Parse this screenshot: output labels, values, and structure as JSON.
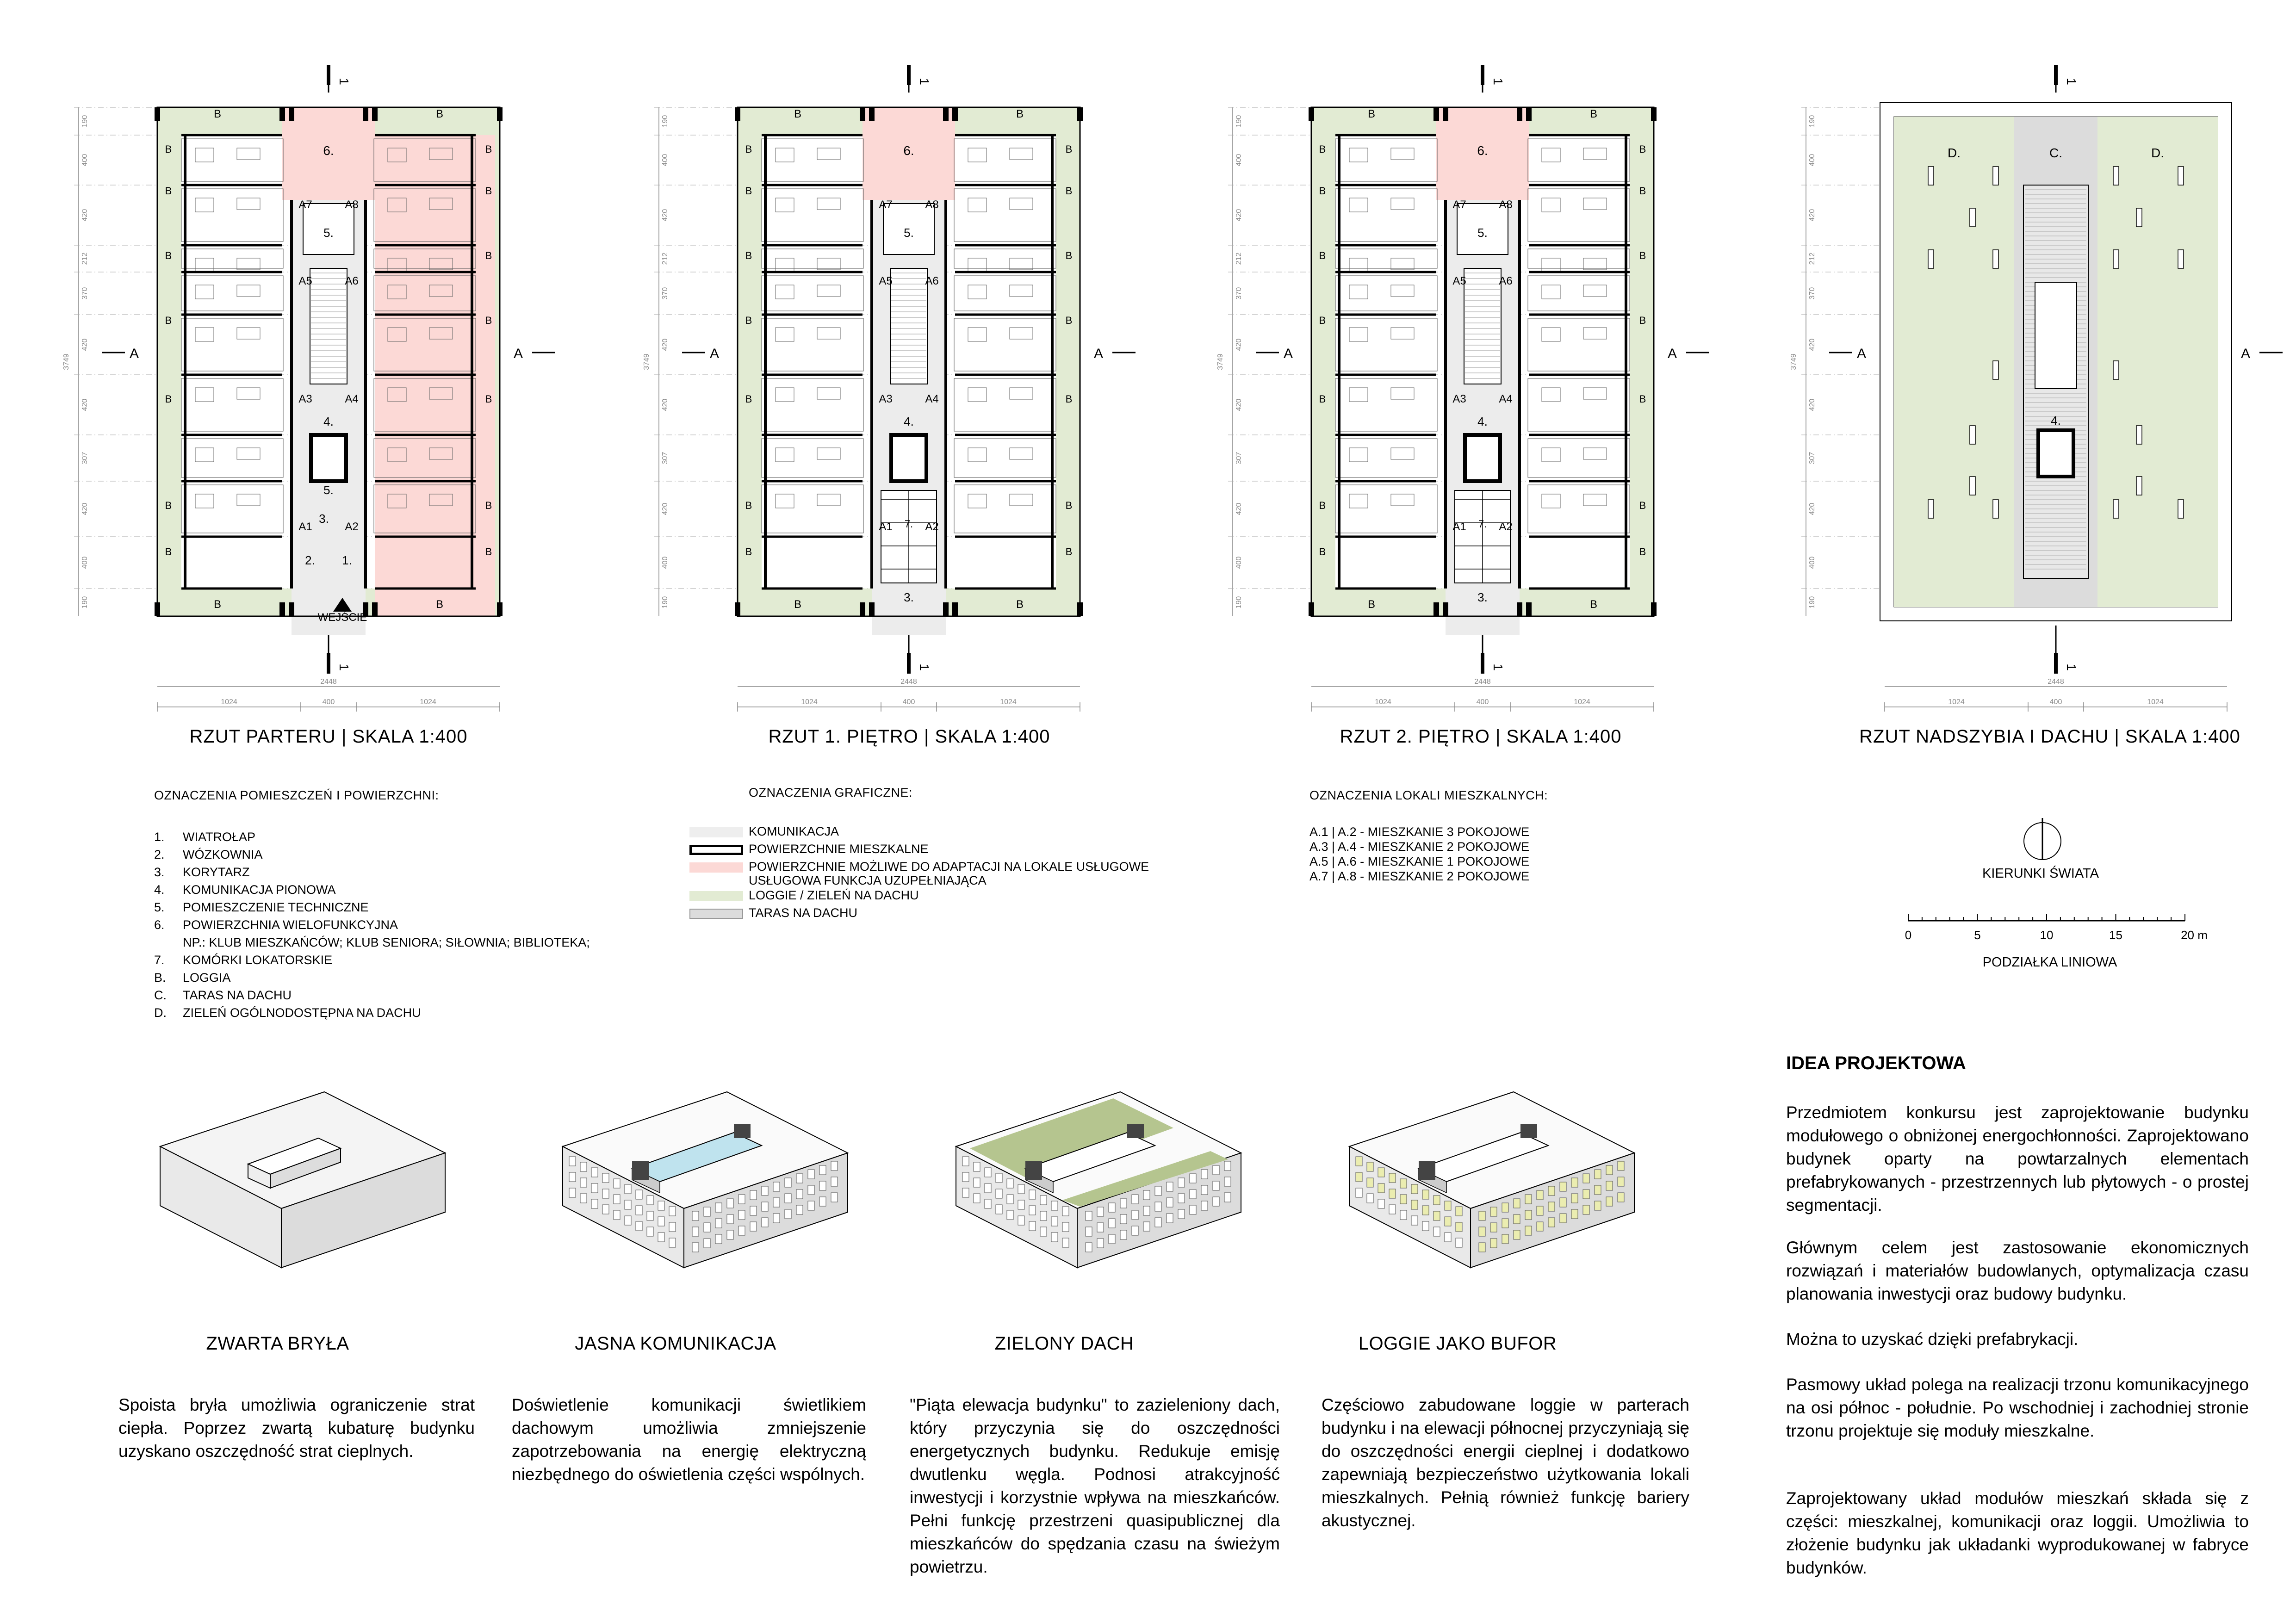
{
  "plans": [
    {
      "title": "RZUT PARTERU | SKALA 1:400",
      "entrance_label": "WEJŚCIE",
      "variant": "ground"
    },
    {
      "title": "RZUT 1. PIĘTRO | SKALA 1:400",
      "variant": "first"
    },
    {
      "title": "RZUT 2. PIĘTRO | SKALA 1:400",
      "variant": "second"
    },
    {
      "title": "RZUT NADSZYBIA I DACHU | SKALA 1:400",
      "variant": "roof"
    }
  ],
  "plan_dims": {
    "total_width": "2448",
    "segments": [
      "1024",
      "400",
      "1024"
    ],
    "total_height": "3749",
    "vertical_segments": [
      "190",
      "400",
      "420",
      "212",
      "370",
      "420",
      "420",
      "307",
      "420",
      "400",
      "190"
    ],
    "section_mark": "1",
    "axis_mark": "A"
  },
  "room_labels": {
    "loggia": "B",
    "rooms": [
      "6.",
      "5.",
      "4.",
      "5.",
      "3.",
      "2.",
      "1."
    ],
    "units": [
      "A7",
      "A8",
      "A5",
      "A6",
      "A3",
      "A4",
      "A1",
      "A2"
    ],
    "storage": "7.",
    "roof_zones": [
      "D.",
      "C.",
      "D."
    ]
  },
  "legend_rooms": {
    "heading": "OZNACZENIA POMIESZCZEŃ I POWIERZCHNI:",
    "items": [
      {
        "num": "1.",
        "label": "WIATROŁAP"
      },
      {
        "num": "2.",
        "label": "WÓZKOWNIA"
      },
      {
        "num": "3.",
        "label": "KORYTARZ"
      },
      {
        "num": "4.",
        "label": "KOMUNIKACJA PIONOWA"
      },
      {
        "num": "5.",
        "label": "POMIESZCZENIE TECHNICZNE"
      },
      {
        "num": "6.",
        "label": "POWIERZCHNIA WIELOFUNKCYJNA"
      },
      {
        "num": "",
        "label": "NP.: KLUB MIESZKAŃCÓW; KLUB SENIORA; SIŁOWNIA; BIBLIOTEKA;"
      },
      {
        "num": "7.",
        "label": "KOMÓRKI LOKATORSKIE"
      },
      {
        "num": "B.",
        "label": "LOGGIA"
      },
      {
        "num": "C.",
        "label": "TARAS NA DACHU"
      },
      {
        "num": "D.",
        "label": "ZIELEŃ OGÓLNODOSTĘPNA NA DACHU"
      }
    ]
  },
  "legend_graphic": {
    "heading": "OZNACZENIA GRAFICZNE:",
    "items": [
      {
        "label": "KOMUNIKACJA",
        "color": "#eeeeee"
      },
      {
        "label": "POWIERZCHNIE MIESZKALNE",
        "color": "#ffffff"
      },
      {
        "label": "POWIERZCHNIE MOŻLIWE DO ADAPTACJI NA LOKALE USŁUGOWE",
        "label2": "USŁUGOWA FUNKCJA UZUPEŁNIAJĄCA",
        "color": "#fcd9d6"
      },
      {
        "label": "LOGGIE / ZIELEŃ NA DACHU",
        "color": "#e2ebd3"
      },
      {
        "label": "TARAS NA DACHU",
        "color": "#dcdcdc"
      }
    ]
  },
  "legend_units": {
    "heading": "OZNACZENIA LOKALI MIESZKALNYCH:",
    "items": [
      "A.1 | A.2 - MIESZKANIE 3 POKOJOWE",
      "A.3 | A.4 - MIESZKANIE 2 POKOJOWE",
      "A.5 | A.6 - MIESZKANIE 1 POKOJOWE",
      "A.7 | A.8 - MIESZKANIE 2 POKOJOWE"
    ]
  },
  "orientation": {
    "compass_label": "KIERUNKI ŚWIATA",
    "scale_label": "PODZIAŁKA LINIOWA",
    "scale_ticks": [
      "0",
      "5",
      "10",
      "15",
      "20 m"
    ]
  },
  "concepts": [
    {
      "title": "ZWARTA BRYŁA",
      "text": "Spoista bryła umożliwia ograniczenie strat ciepła. Poprzez zwartą kubaturę budynku uzyskano oszczędność strat cieplnych.",
      "style": "plain"
    },
    {
      "title": "JASNA KOMUNIKACJA",
      "text": "Doświetlenie komunikacji świetlikiem dachowym umożliwia zmniejszenie zapotrzebowania na energię elektryczną niezbędnego do oświetlenia części wspólnych.",
      "style": "skylight"
    },
    {
      "title": "ZIELONY DACH",
      "text": "\"Piąta elewacja budynku\" to zazieleniony dach, który przyczynia się do oszczędności energetycznych budynku. Redukuje emisję dwutlenku węgla. Podnosi atrakcyjność inwestycji i korzystnie wpływa na mieszkańców. Pełni funkcję przestrzeni quasipublicznej dla mieszkańców do spędzania czasu na świeżym powietrzu.",
      "style": "green"
    },
    {
      "title": "LOGGIE JAKO BUFOR",
      "text": "Częściowo zabudowane loggie w parterach budynku i na elewacji północnej przyczyniają się do oszczędności energii cieplnej i dodatkowo zapewniają bezpieczeństwo użytkowania lokali mieszkalnych. Pełnią również funkcję bariery akustycznej.",
      "style": "yellow"
    }
  ],
  "idea": {
    "title": "IDEA PROJEKTOWA",
    "paragraphs": [
      "Przedmiotem konkursu jest zaprojektowanie budynku modułowego o obniżonej energochłonności. Zaprojektowano budynek oparty na powtarzalnych elementach prefabrykowanych - przestrzennych lub płytowych - o prostej segmentacji.",
      "Głównym celem jest zastosowanie ekonomicznych rozwiązań i materiałów budowlanych, optymalizacja czasu planowania inwestycji oraz budowy budynku.",
      "Można to uzyskać dzięki prefabrykacji.",
      "Pasmowy układ polega na realizacji trzonu komunikacyjnego na osi północ - południe. Po wschodniej i zachodniej stronie trzonu projektuje się moduły mieszkalne.",
      "Zaprojektowany układ modułów mieszkań składa się z części: mieszkalnej, komunikacji oraz loggii. Umożliwia to złożenie budynku jak układanki wyprodukowanej w fabryce budynków."
    ]
  },
  "colors": {
    "green": "#e2ebd3",
    "pink": "#fcd9d6",
    "corridor": "#ececec",
    "terrace": "#dcdcdc",
    "glass": "#bfe3ee",
    "roof_green": "#b5c58f",
    "yellow": "#ebedb0"
  }
}
